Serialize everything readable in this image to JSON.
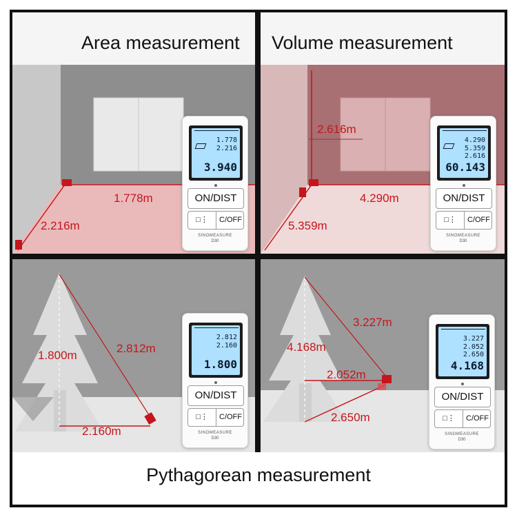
{
  "titles": {
    "area": "Area measurement",
    "volume": "Volume measurement",
    "pythagorean": "Pythagorean measurement"
  },
  "area": {
    "length_label": "1.778m",
    "width_label": "2.216m",
    "display": {
      "r1": "1.778",
      "r2": "2.216",
      "main": "3.940"
    }
  },
  "volume": {
    "height_label": "2.616m",
    "length_label": "4.290m",
    "width_label": "5.359m",
    "display": {
      "r1": "4.290",
      "r2": "5.359",
      "r3": "2.616",
      "main": "60.143"
    }
  },
  "pyth1": {
    "height_label": "1.800m",
    "hyp_label": "2.812m",
    "base_label": "2.160m",
    "display": {
      "r1": "2.812",
      "r2": "2.160",
      "main": "1.800"
    }
  },
  "pyth2": {
    "height_label": "4.168m",
    "upper_label": "3.227m",
    "mid_label": "2.052m",
    "lower_label": "2.650m",
    "display": {
      "r1": "3.227",
      "r2": "2.052",
      "r3": "2.650",
      "main": "4.168"
    }
  },
  "device": {
    "on_dist": "ON/DIST",
    "c_off": "C/OFF",
    "brand": "SINOMEASURE",
    "model": "D30"
  },
  "colors": {
    "accent": "#c4161c",
    "lcd": "#aee0ff"
  }
}
